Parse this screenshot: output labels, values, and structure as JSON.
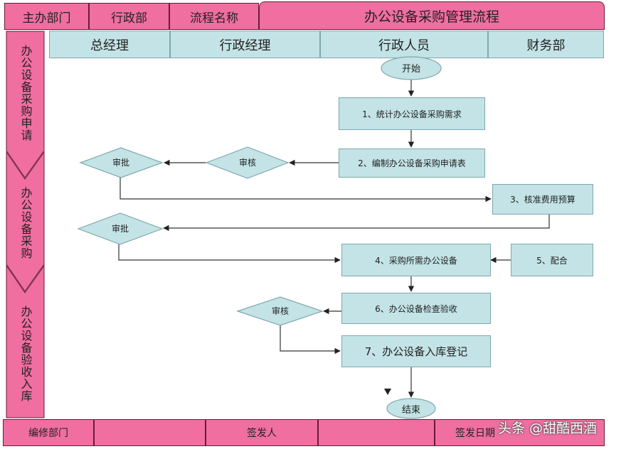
{
  "header": {
    "dept_label": "主办部门",
    "dept_value": "行政部",
    "flow_label": "流程名称",
    "flow_title": "办公设备采购管理流程"
  },
  "roles": [
    "总经理",
    "行政经理",
    "行政人员",
    "财务部"
  ],
  "phases": [
    "办公设备采购申请",
    "办公设备采购",
    "办公设备验收入库"
  ],
  "nodes": {
    "start": "开始",
    "end": "结束",
    "step1": "1、统计办公设备采购需求",
    "step2": "2、编制办公设备采购申请表",
    "step3": "3、核准费用预算",
    "step4": "4、采购所需办公设备",
    "step5": "5、配合",
    "step6": "6、办公设备检查验收",
    "step7": "7、办公设备入库登记"
  },
  "decisions": {
    "approve1": "审批",
    "review1": "审核",
    "approve2": "审批",
    "review2": "审核"
  },
  "footer": [
    "编修部门",
    "",
    "签发人",
    "",
    "签发日期"
  ],
  "watermark": "头条 @甜酷西酒",
  "colors": {
    "header_pink": "#f06ea0",
    "box_fill": "#c3e3e6"
  }
}
